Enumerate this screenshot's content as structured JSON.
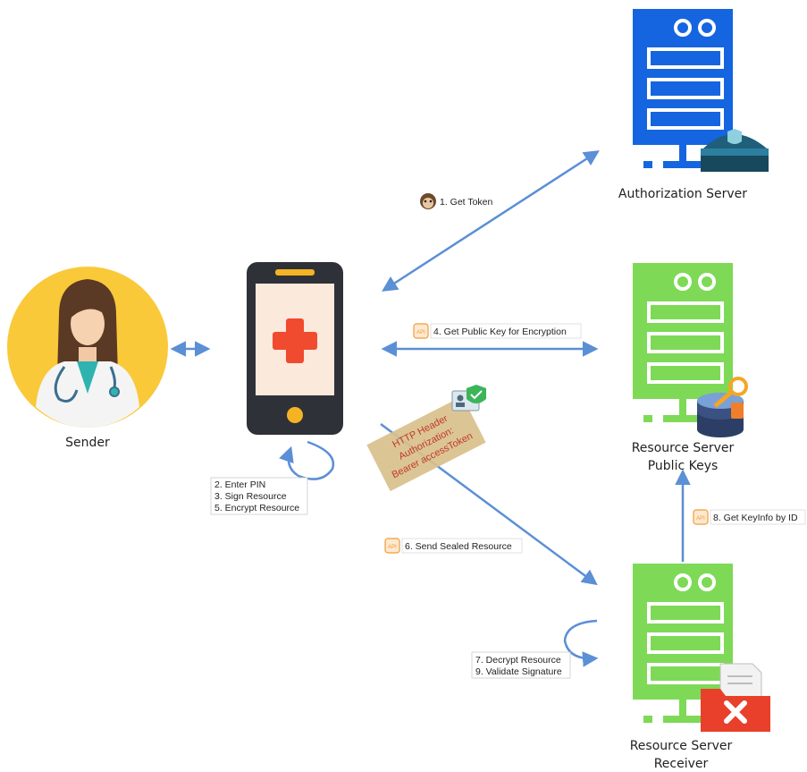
{
  "nodes": {
    "sender": {
      "label": "Sender"
    },
    "auth_server": {
      "label": "Authorization Server"
    },
    "keys_server": {
      "label_line1": "Resource Server",
      "label_line2": "Public Keys"
    },
    "receiver_server": {
      "label_line1": "Resource Server",
      "label_line2": "Receiver"
    }
  },
  "steps": {
    "get_token": "1. Get Token",
    "get_public_key": "4. Get Public Key for Encryption",
    "send_sealed": "6. Send Sealed Resource",
    "get_keyinfo": "8. Get KeyInfo by ID"
  },
  "phone_actions": [
    "2. Enter PIN",
    "3. Sign Resource",
    "5. Encrypt Resource"
  ],
  "receiver_actions": [
    "7. Decrypt Resource",
    "9. Validate Signature"
  ],
  "http_header_note": [
    "HTTP Header",
    "Authorization:",
    "Bearer accessToken"
  ],
  "icons": {
    "api_badge": "API",
    "colors": {
      "auth_server": "#1565e0",
      "resource_server": "#7ed957",
      "arrow": "#5b8fd6",
      "sender_circle": "#f9c93a",
      "phone_body": "#2f3138",
      "phone_screen": "#fbe9dc",
      "cross": "#f04a2f",
      "note": "#d9c08c"
    }
  }
}
